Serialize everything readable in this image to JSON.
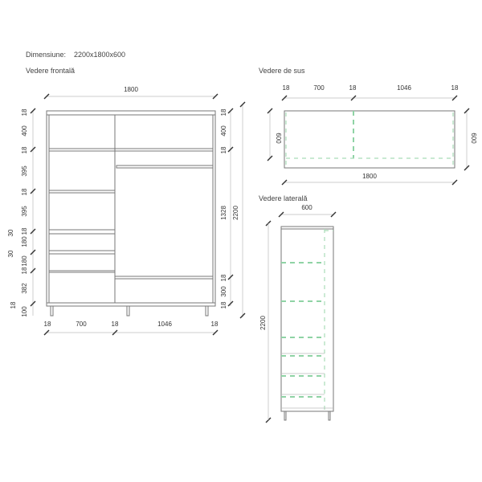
{
  "header": {
    "dimension_label": "Dimensiune:",
    "dimension_value": "2200x1800x600"
  },
  "front_view": {
    "title": "Vedere frontală",
    "width_label": "1800",
    "left_dims": [
      "18",
      "400",
      "18",
      "395",
      "18",
      "395",
      "18",
      "180",
      "180",
      "18",
      "382",
      "18",
      "100"
    ],
    "left_extra": [
      "30",
      "30"
    ],
    "right_dims": [
      "18",
      "400",
      "18",
      "1328",
      "18",
      "300",
      "18"
    ],
    "total_height": "2200",
    "bottom_dims": [
      "18",
      "700",
      "18",
      "1046",
      "18"
    ]
  },
  "top_view": {
    "title": "Vedere de sus",
    "top_dims": [
      "18",
      "700",
      "18",
      "1046",
      "18"
    ],
    "depth_left": "600",
    "depth_right": "600",
    "width_label": "1800"
  },
  "side_view": {
    "title": "Vedere laterală",
    "depth_label": "600",
    "height_label": "2200"
  },
  "colors": {
    "line": "#777777",
    "hidden_line": "#8fd3a5"
  }
}
